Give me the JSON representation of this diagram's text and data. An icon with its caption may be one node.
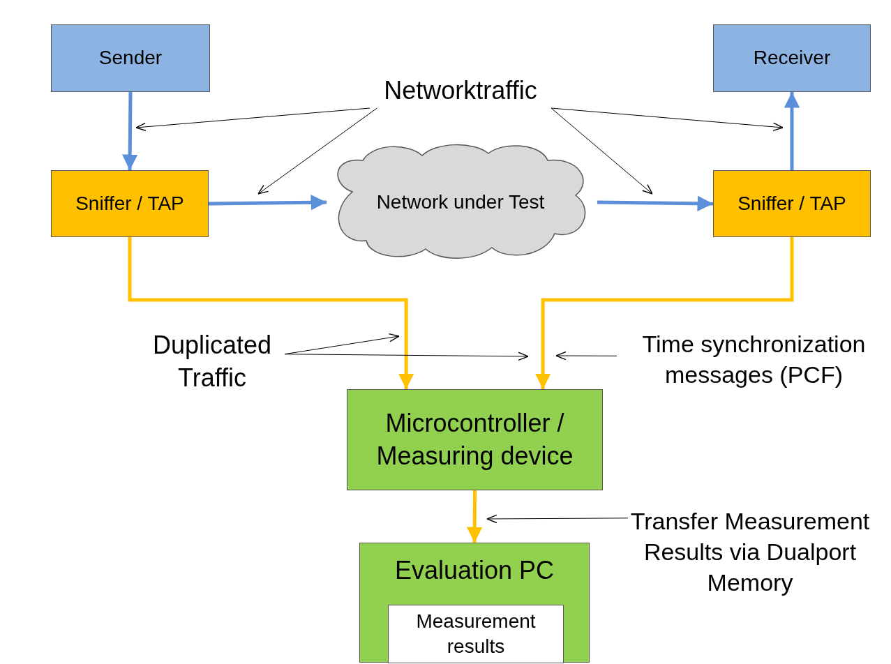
{
  "diagram": {
    "nodes": [
      {
        "text": [
          "Sender"
        ]
      },
      {
        "text": [
          "Receiver"
        ]
      },
      {
        "text": [
          "Networktraffic"
        ]
      },
      {
        "text": [
          "Sniffer / TAP"
        ]
      },
      {
        "text": [
          "Network under Test"
        ]
      },
      {
        "text": [
          "Sniffer / TAP"
        ]
      },
      {
        "text": [
          "Duplicated Traffic"
        ]
      },
      {
        "text": [
          "Time synchronization messages (PCF)"
        ]
      },
      {
        "text": [
          "Microcontroller / Measuring device"
        ]
      },
      {
        "text": [
          "Transfer Measurement Results via Dualport Memory"
        ]
      },
      {
        "text": [
          "Evaluation PC"
        ]
      },
      {
        "text": [
          "Measurement results"
        ],
        "in": 10
      }
    ],
    "edges": [
      {
        "from": 0,
        "to": 3,
        "arrow": "to",
        "style": "thick",
        "color": "#5b8fd9"
      },
      {
        "from": 3,
        "to": 4,
        "arrow": "to",
        "style": "thick",
        "color": "#5b8fd9"
      },
      {
        "from": 4,
        "to": 5,
        "arrow": "to",
        "style": "thick",
        "color": "#5b8fd9"
      },
      {
        "from": 5,
        "to": 1,
        "arrow": "to",
        "style": "thick",
        "color": "#5b8fd9"
      },
      {
        "from": 3,
        "to": 8,
        "arrow": "to",
        "style": "thick",
        "color": "#ffc000"
      },
      {
        "from": 5,
        "to": 8,
        "arrow": "to",
        "style": "thick",
        "color": "#ffc000"
      },
      {
        "from": 8,
        "to": 10,
        "arrow": "to",
        "style": "thick",
        "color": "#ffc000"
      },
      {
        "from": 2,
        "to": null,
        "arrow": "to"
      },
      {
        "from": 2,
        "to": null,
        "arrow": "to"
      },
      {
        "from": 2,
        "to": null,
        "arrow": "to"
      },
      {
        "from": 2,
        "to": null,
        "arrow": "to"
      },
      {
        "from": 6,
        "to": null,
        "arrow": "to"
      },
      {
        "from": 6,
        "to": null,
        "arrow": "to"
      },
      {
        "from": 7,
        "to": null,
        "arrow": "to"
      },
      {
        "from": 9,
        "to": null,
        "arrow": "to"
      }
    ]
  }
}
